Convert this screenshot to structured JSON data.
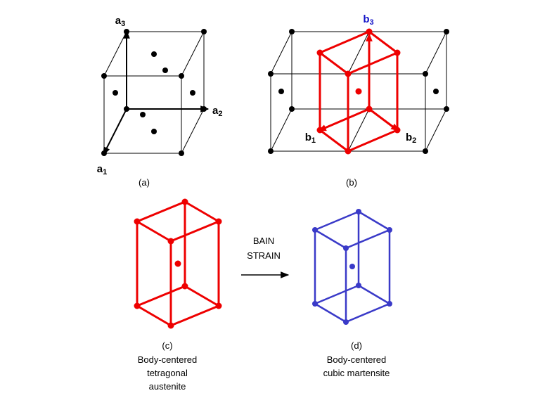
{
  "panel_a": {
    "label": "(a)",
    "axis_a1": {
      "base": "a",
      "sub": "1"
    },
    "axis_a2": {
      "base": "a",
      "sub": "2"
    },
    "axis_a3": {
      "base": "a",
      "sub": "3"
    }
  },
  "panel_b": {
    "label": "(b)",
    "axis_b1": {
      "base": "b",
      "sub": "1"
    },
    "axis_b2": {
      "base": "b",
      "sub": "2"
    },
    "axis_b3": {
      "base": "b",
      "sub": "3"
    }
  },
  "transform_annotation": {
    "line1": "BAIN",
    "line2": "STRAIN"
  },
  "panel_c": {
    "label": "(c)",
    "caption_line1": "Body-centered",
    "caption_line2": "tetragonal",
    "caption_line3": "austenite"
  },
  "panel_d": {
    "label": "(d)",
    "caption_line1": "Body-centered",
    "caption_line2": "cubic martensite"
  },
  "colors": {
    "austenite_cell": "#ee0000",
    "martensite_cell": "#3a3ac8",
    "lattice": "#000000",
    "b3_label": "#1414c8"
  }
}
